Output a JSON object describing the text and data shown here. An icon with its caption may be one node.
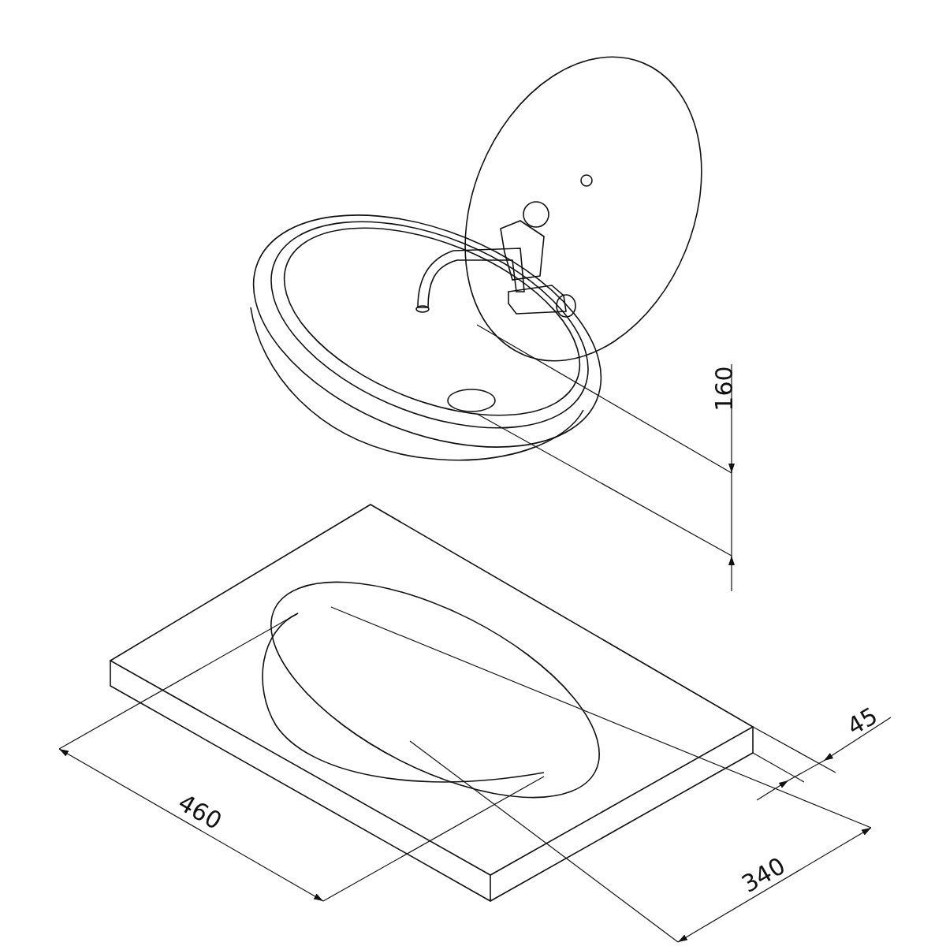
{
  "diagram": {
    "labels": [
      "160",
      "45",
      "460",
      "340"
    ]
  }
}
